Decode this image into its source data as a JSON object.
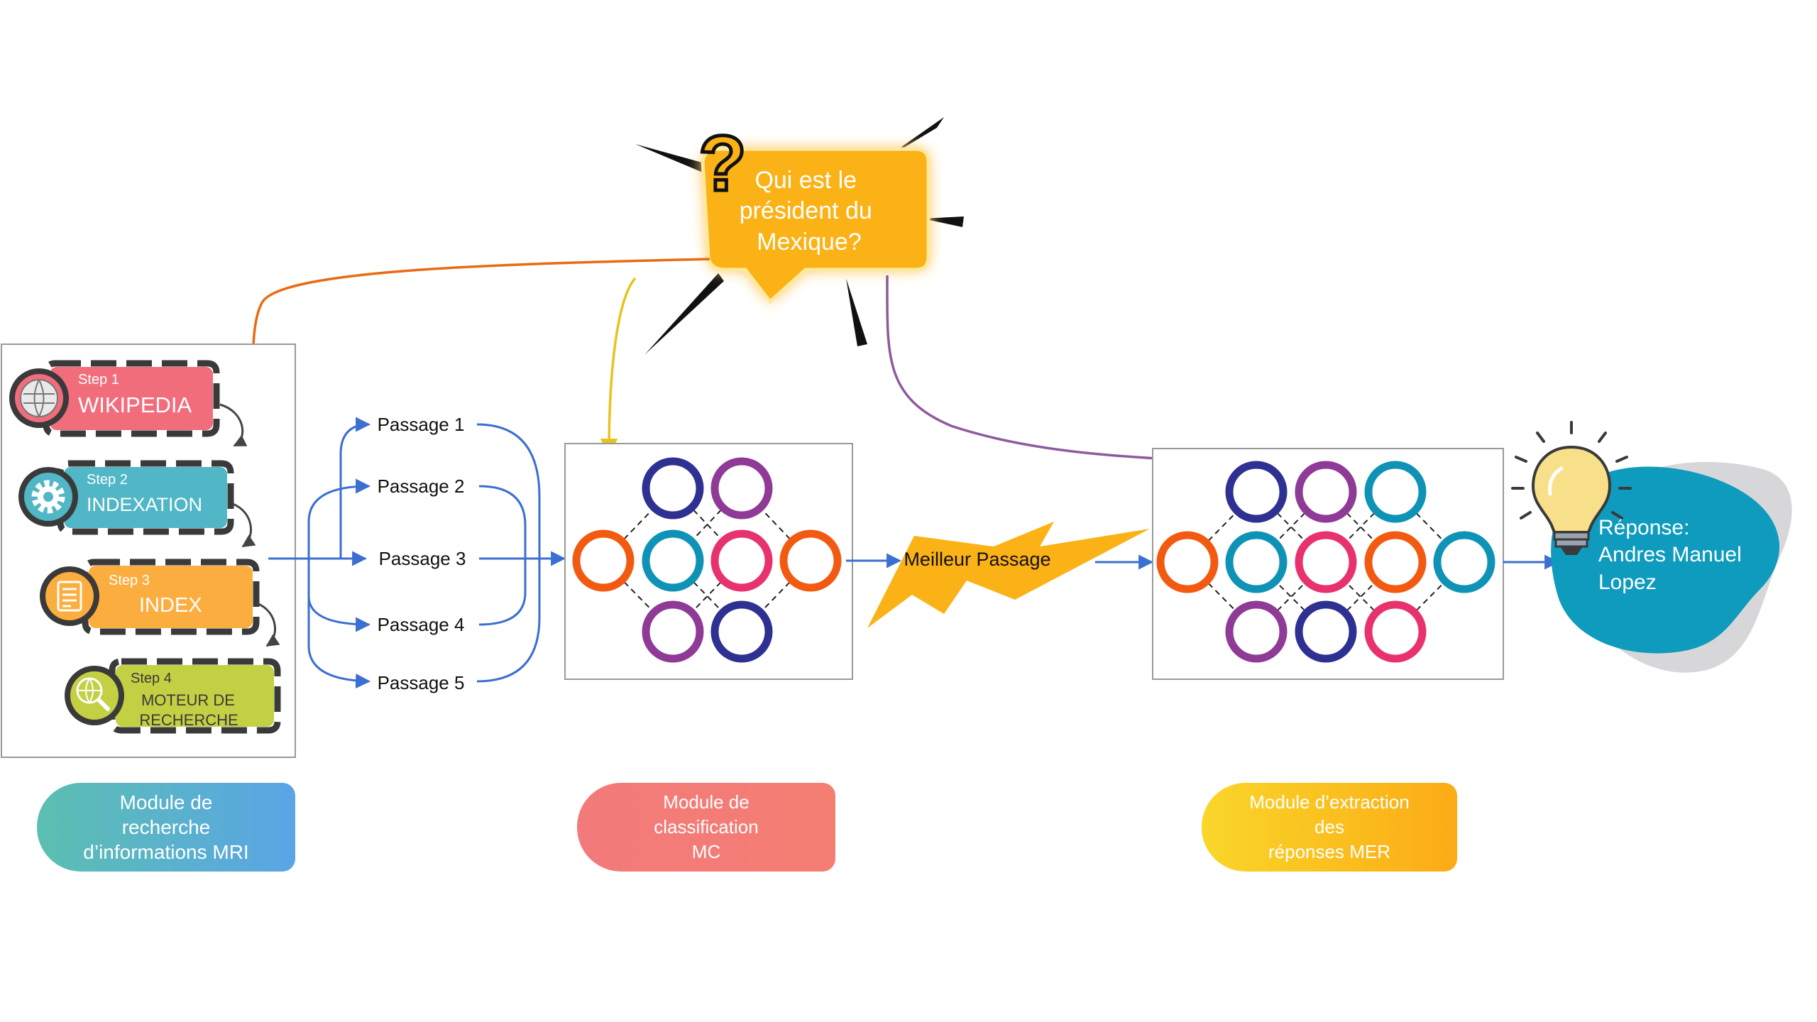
{
  "question": {
    "text": [
      "Qui est le",
      "président du",
      "Mexique?"
    ],
    "mark": "?"
  },
  "steps": [
    {
      "step": "Step  1",
      "title": "WIKIPEDIA",
      "icon": "wikipedia-globe-icon",
      "color": "#f16d7b"
    },
    {
      "step": "Step  2",
      "title": "INDEXATION",
      "icon": "gear-icon",
      "color": "#51b6c5"
    },
    {
      "step": "Step  3",
      "title": "INDEX",
      "icon": "document-list-icon",
      "color": "#fbad3f"
    },
    {
      "step": "Step  4",
      "title": [
        "MOTEUR DE",
        "RECHERCHE"
      ],
      "icon": "search-globe-icon",
      "color": "#c3d044"
    }
  ],
  "passages": [
    "Passage 1",
    "Passage 2",
    "Passage 3",
    "Passage 4",
    "Passage 5"
  ],
  "best_passage": "Meilleur Passage",
  "answer": {
    "text": [
      "Réponse:",
      "Andres Manuel",
      "Lopez"
    ],
    "icon": "lightbulb-icon",
    "color": "#0e9bbd"
  },
  "modules": [
    {
      "lines": [
        "Module de recherche",
        "d’informations MRI"
      ],
      "colors": [
        "#5bbfb0",
        "#5aa5e6"
      ]
    },
    {
      "lines": [
        "Module de classification",
        "MC"
      ],
      "colors": [
        "#f27a7a",
        "#f57e73"
      ]
    },
    {
      "lines": [
        "Module d’extraction des",
        "réponses MER"
      ],
      "colors": [
        "#fad62a",
        "#fbab15"
      ]
    }
  ],
  "palette": {
    "navy": "#2e3192",
    "purple": "#8e3a96",
    "teal": "#0e93b6",
    "pink": "#e8326d",
    "orange": "#f25a12",
    "arrow_blue": "#3b6fd0",
    "arrow_orange": "#ea6a12",
    "arrow_yellow": "#e8c31e",
    "arrow_purple": "#8e5a9e",
    "bolt": "#fbb216",
    "bubble": "#fbb216"
  }
}
